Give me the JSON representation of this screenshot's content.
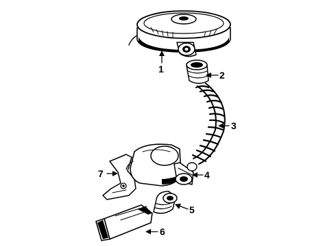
{
  "callouts": [
    {
      "number": "1",
      "part": "air-cleaner-assembly"
    },
    {
      "number": "2",
      "part": "intake-adapter"
    },
    {
      "number": "3",
      "part": "intake-hose"
    },
    {
      "number": "4",
      "part": "intake-connector"
    },
    {
      "number": "5",
      "part": "duct-connector"
    },
    {
      "number": "6",
      "part": "intake-duct"
    },
    {
      "number": "7",
      "part": "mounting-bracket"
    }
  ]
}
